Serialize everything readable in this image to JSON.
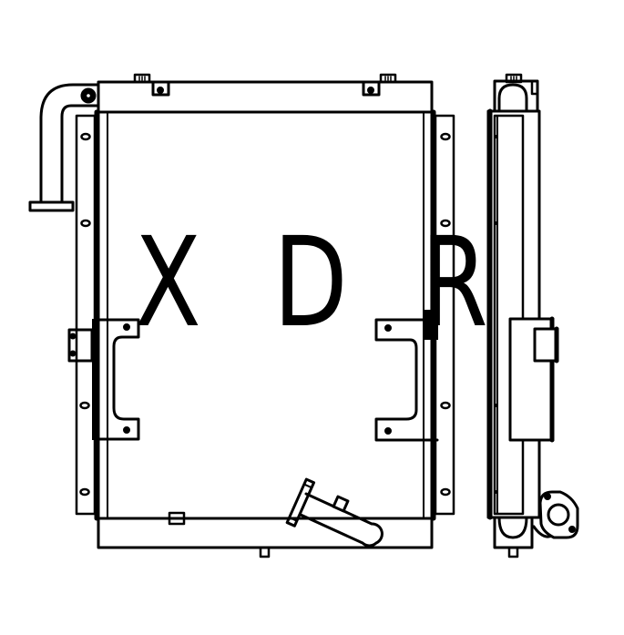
{
  "drawing": {
    "subject": "radiator / oil cooler technical line drawing",
    "views": [
      {
        "name": "front-view",
        "label": ""
      },
      {
        "name": "side-view",
        "label": ""
      }
    ],
    "stroke_color": "#000000",
    "background_color": "#ffffff"
  },
  "watermark": {
    "letters": [
      "X",
      "D",
      "R"
    ],
    "color": "#000000"
  },
  "parts": {
    "top_tank": "upper header tank",
    "bottom_tank": "lower header tank",
    "core": "radiator core",
    "left_side_plate": "left side plate with mounting holes",
    "right_side_plate": "right side plate with mounting holes",
    "inlet_pipe": "elbow inlet pipe with flange",
    "outlet_pipe": "angled outlet pipe",
    "left_bracket": "left C mounting bracket",
    "right_bracket": "right C mounting bracket",
    "side_flange": "two-bolt outlet flange"
  }
}
